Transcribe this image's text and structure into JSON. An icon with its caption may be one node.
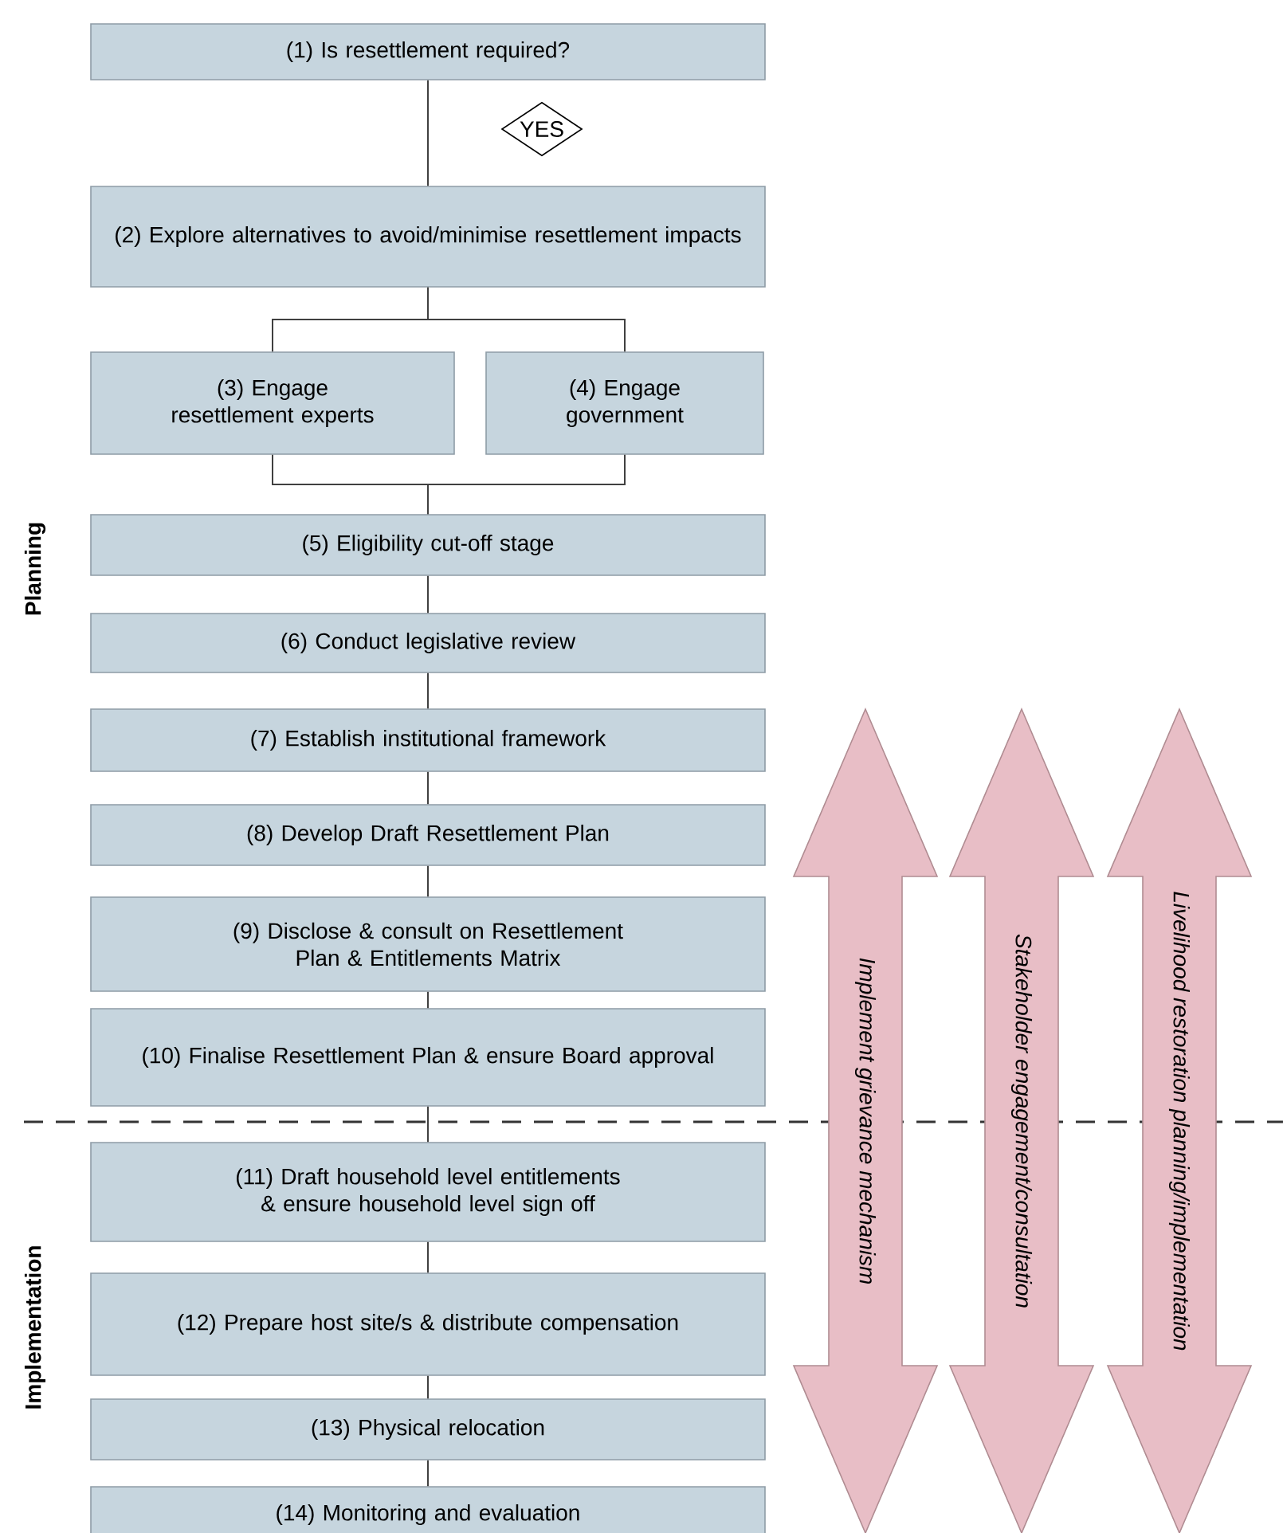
{
  "diagram": {
    "nodes": [
      {
        "text": [
          "(1) Is resettlement required?"
        ]
      },
      {
        "text": [
          "YES"
        ]
      },
      {
        "text": [
          "(2) Explore alternatives to avoid/minimise resettlement impacts"
        ]
      },
      {
        "text": [
          "(3) Engage resettlement experts"
        ]
      },
      {
        "text": [
          "(4) Engage government"
        ]
      },
      {
        "text": [
          "(5) Eligibility cut-off stage"
        ]
      },
      {
        "text": [
          "(6) Conduct legislative review"
        ]
      },
      {
        "text": [
          "(7) Establish institutional framework"
        ]
      },
      {
        "text": [
          "(8) Develop Draft Resettlement Plan"
        ]
      },
      {
        "text": [
          "(9) Disclose & consult on Resettlement Plan & Entitlements Matrix"
        ]
      },
      {
        "text": [
          "(10) Finalise Resettlement Plan & ensure Board approval"
        ]
      },
      {
        "text": [
          "(11) Draft household level entitlements & ensure household level sign off"
        ]
      },
      {
        "text": [
          "(12) Prepare host site/s & distribute compensation"
        ]
      },
      {
        "text": [
          "(13) Physical relocation"
        ]
      },
      {
        "text": [
          "(14) Monitoring and evaluation"
        ]
      },
      {
        "text": [
          "Implement grievance mechanism"
        ]
      },
      {
        "text": [
          "Stakeholder engagement/consultation"
        ]
      },
      {
        "text": [
          "Livelihood restoration planning/implementation"
        ]
      }
    ],
    "edges": [
      {
        "from": 0,
        "to": 2,
        "arrow": "none"
      },
      {
        "from": 2,
        "to": 3,
        "arrow": "none"
      },
      {
        "from": 2,
        "to": 4,
        "arrow": "none"
      },
      {
        "from": 3,
        "to": 5,
        "arrow": "none"
      },
      {
        "from": 4,
        "to": 5,
        "arrow": "none"
      },
      {
        "from": 5,
        "to": 6,
        "arrow": "none"
      },
      {
        "from": 6,
        "to": 7,
        "arrow": "none"
      },
      {
        "from": 7,
        "to": 8,
        "arrow": "none"
      },
      {
        "from": 8,
        "to": 9,
        "arrow": "none"
      },
      {
        "from": 9,
        "to": 10,
        "arrow": "none"
      },
      {
        "from": 10,
        "to": 11,
        "arrow": "none"
      },
      {
        "from": 11,
        "to": 12,
        "arrow": "none"
      },
      {
        "from": 12,
        "to": 13,
        "arrow": "none"
      },
      {
        "from": 13,
        "to": 14,
        "arrow": "none"
      }
    ],
    "labels": [
      "Planning",
      "Implementation"
    ]
  }
}
